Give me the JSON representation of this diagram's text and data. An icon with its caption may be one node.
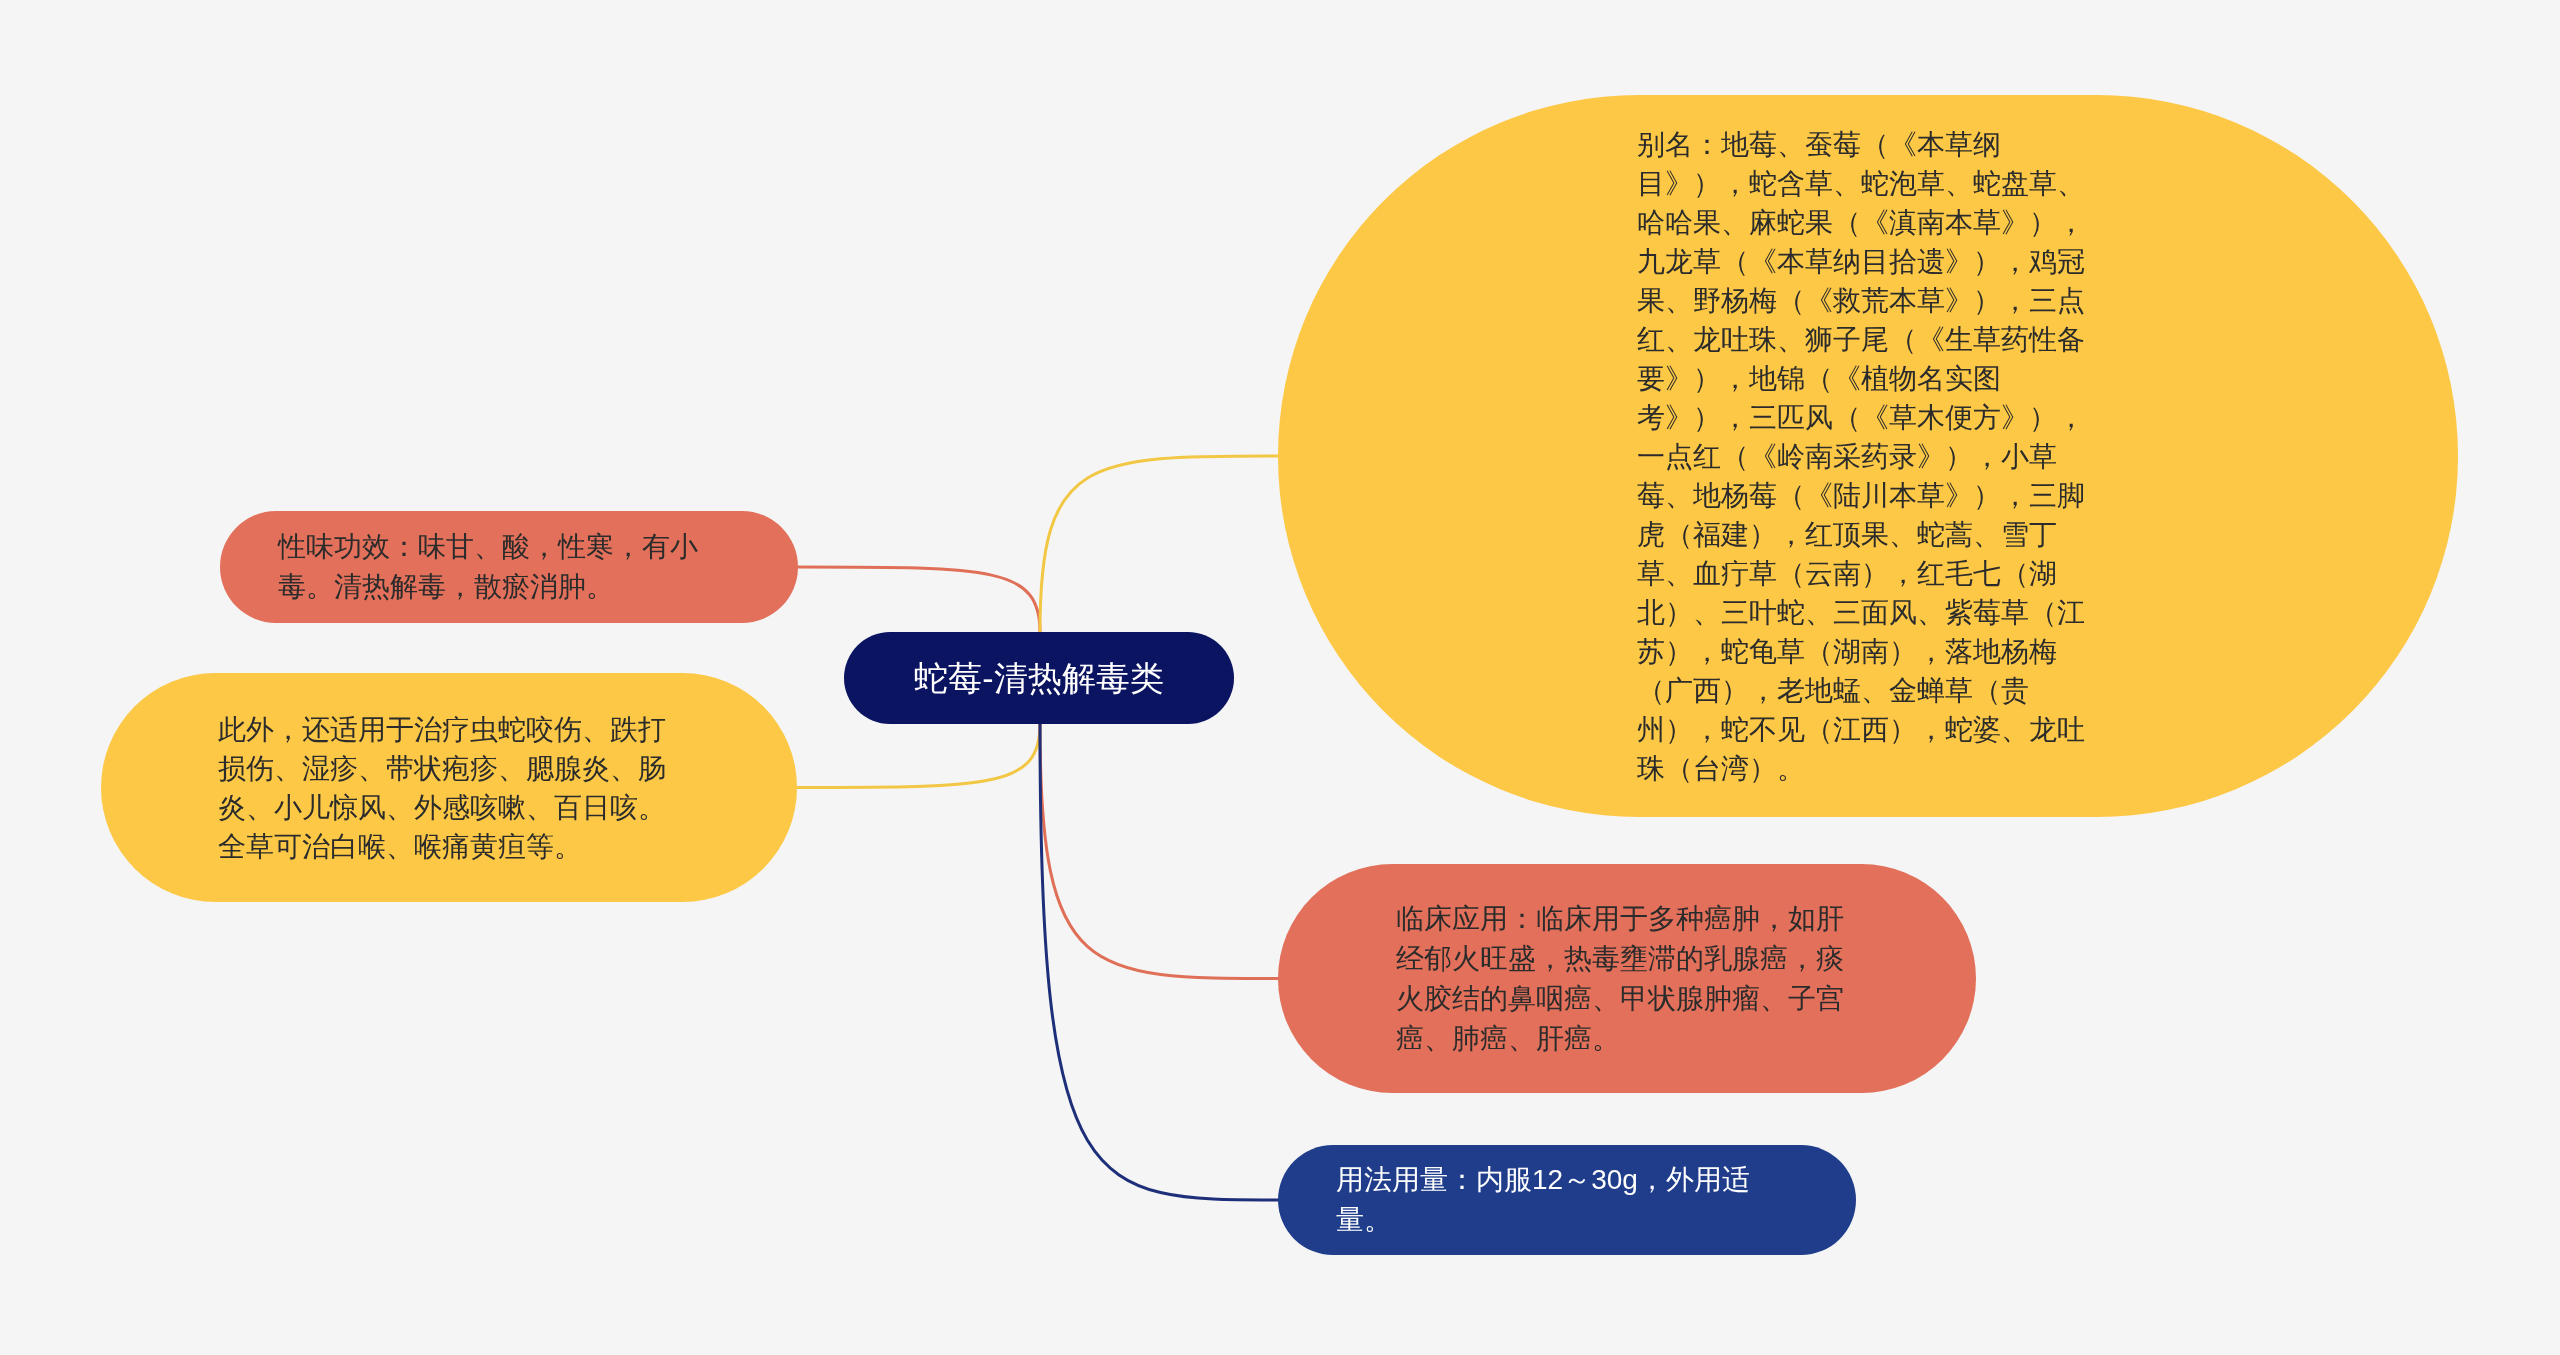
{
  "diagram": {
    "nodes": [
      {
        "text": [
          "蛇莓-清热解毒类"
        ]
      },
      {
        "text": [
          "性味功效：味甘、酸，性寒，有小毒。清热解毒，散瘀消肿。"
        ]
      },
      {
        "text": [
          "此外，还适用于治疗虫蛇咬伤、跌打损伤、湿疹、带状疱疹、腮腺炎、肠炎、小儿惊风、外感咳嗽、百日咳。全草可治白喉、喉痛黄疸等。"
        ]
      },
      {
        "text": [
          "别名：地莓、蚕莓（《本草纲目》），蛇含草、蛇泡草、蛇盘草、哈哈果、麻蛇果（《滇南本草》），九龙草（《本草纳目拾遗》），鸡冠果、野杨梅（《救荒本草》），三点红、龙吐珠、狮子尾（《生草药性备要》），地锦（《植物名实图考》），三匹风（《草木便方》），一点红（《岭南采药录》），小草莓、地杨莓（《陆川本草》），三脚虎（福建），红顶果、蛇蒿、雪丁草、血疔草（云南），红毛七（湖北）、三叶蛇、三面风、紫莓草（江苏），蛇龟草（湖南），落地杨梅（广西），老地蜢、金蝉草（贵州），蛇不见（江西），蛇婆、龙吐珠（台湾）。"
        ]
      },
      {
        "text": [
          "临床应用：临床用于多种癌肿，如肝经郁火旺盛，热毒壅滞的乳腺癌，痰火胶结的鼻咽癌、甲状腺肿瘤、子宫癌、肺癌、肝癌。"
        ]
      },
      {
        "text": [
          "用法用量：内服12～30g，外用适量。"
        ]
      }
    ],
    "edges": [
      {
        "from": 0,
        "to": 1,
        "arrow": "none",
        "color": "#e06f57"
      },
      {
        "from": 0,
        "to": 2,
        "arrow": "none",
        "color": "#f2c744"
      },
      {
        "from": 0,
        "to": 3,
        "arrow": "none",
        "color": "#f2c744"
      },
      {
        "from": 0,
        "to": 4,
        "arrow": "none",
        "color": "#e06f57"
      },
      {
        "from": 0,
        "to": 5,
        "arrow": "none",
        "color": "#1e2f7a"
      }
    ]
  }
}
